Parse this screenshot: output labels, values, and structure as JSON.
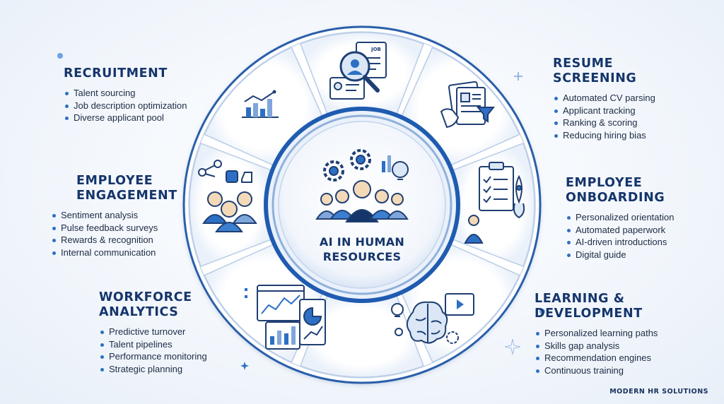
{
  "center": {
    "title_line1": "AI IN HUMAN",
    "title_line2": "RESOURCES"
  },
  "sections": [
    {
      "id": "recruitment",
      "title": [
        "RECRUITMENT"
      ],
      "items": [
        "Talent sourcing",
        "Job description optimization",
        "Diverse applicant pool"
      ]
    },
    {
      "id": "resume-screening",
      "title": [
        "RESUME",
        "SCREENING"
      ],
      "items": [
        "Automated CV parsing",
        "Applicant tracking",
        "Ranking & scoring",
        "Reducing hiring bias"
      ]
    },
    {
      "id": "employee-engagement",
      "title": [
        "EMPLOYEE",
        "ENGAGEMENT"
      ],
      "items": [
        "Sentiment analysis",
        "Pulse feedback surveys",
        "Rewards & recognition",
        "Internal communication"
      ]
    },
    {
      "id": "employee-onboarding",
      "title": [
        "EMPLOYEE",
        "ONBOARDING"
      ],
      "items": [
        "Personalized orientation",
        "Automated paperwork",
        "AI-driven introductions",
        "Digital guide"
      ]
    },
    {
      "id": "workforce-analytics",
      "title": [
        "WORKFORCE",
        "ANALYTICS"
      ],
      "items": [
        "Predictive turnover",
        "Talent pipelines",
        "Performance monitoring",
        "Strategic planning"
      ]
    },
    {
      "id": "learning-development",
      "title": [
        "LEARNING &",
        "DEVELOPMENT"
      ],
      "items": [
        "Personalized learning paths",
        "Skills gap analysis",
        "Recommendation engines",
        "Continuous training"
      ]
    }
  ],
  "icons": {
    "top": "job-search-icon",
    "top-left": "bar-chart-icon",
    "upper-right": "resume-filter-icon",
    "left": "team-network-icon",
    "right": "onboarding-checklist-icon",
    "lower-left": "analytics-dashboard-icon",
    "lower-right": "ai-brain-learning-icon",
    "center": "team-gears-icon"
  },
  "job_card_label": "JOB",
  "footer": "MODERN HR SOLUTIONS",
  "colors": {
    "primary": "#15356b",
    "accent": "#2d6fc4",
    "ring": "#1f5bb0",
    "light": "#dbe7f6"
  }
}
